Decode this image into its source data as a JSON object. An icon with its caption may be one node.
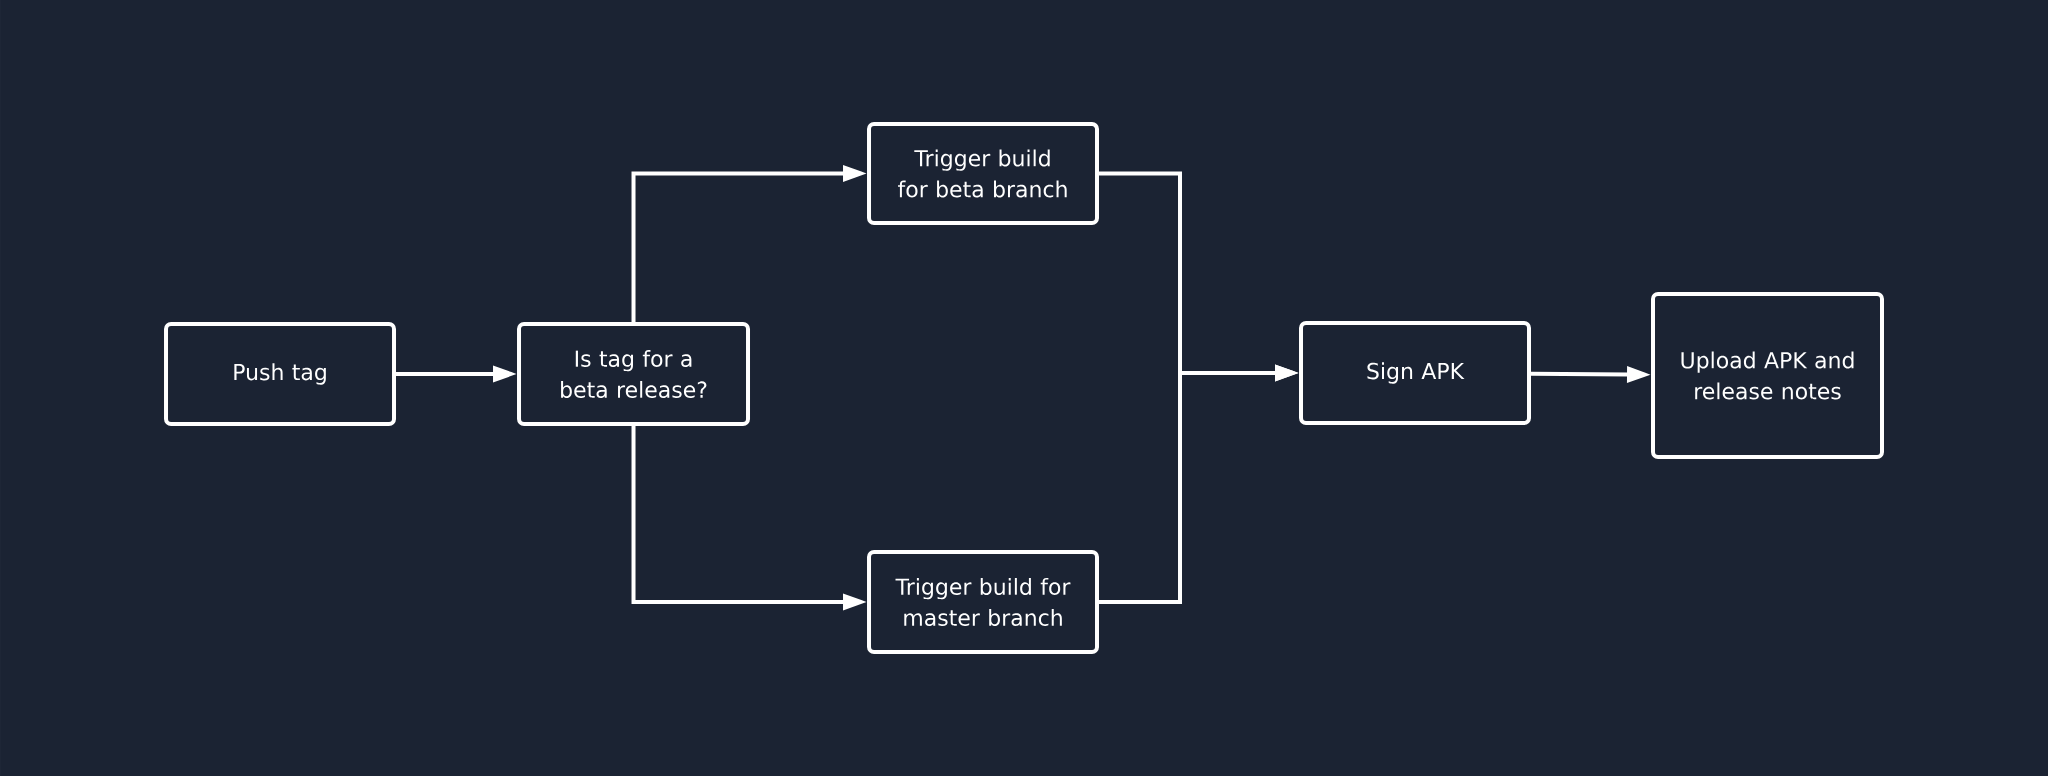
{
  "diagram": {
    "nodes": [
      {
        "text": [
          "Push tag"
        ]
      },
      {
        "text": [
          "Is tag for a beta release?"
        ]
      },
      {
        "text": [
          "Trigger build for beta branch"
        ]
      },
      {
        "text": [
          "Trigger build for master branch"
        ]
      },
      {
        "text": [
          "Sign APK"
        ]
      },
      {
        "text": [
          "Upload APK and release notes"
        ]
      }
    ],
    "edges": [
      {
        "from": 0,
        "to": 1,
        "arrow": "to"
      },
      {
        "from": 1,
        "to": 2,
        "arrow": "to"
      },
      {
        "from": 1,
        "to": 3,
        "arrow": "to"
      },
      {
        "from": 2,
        "to": 4,
        "arrow": "to"
      },
      {
        "from": 3,
        "to": 4,
        "arrow": "to"
      },
      {
        "from": 4,
        "to": 5,
        "arrow": "to"
      }
    ]
  }
}
